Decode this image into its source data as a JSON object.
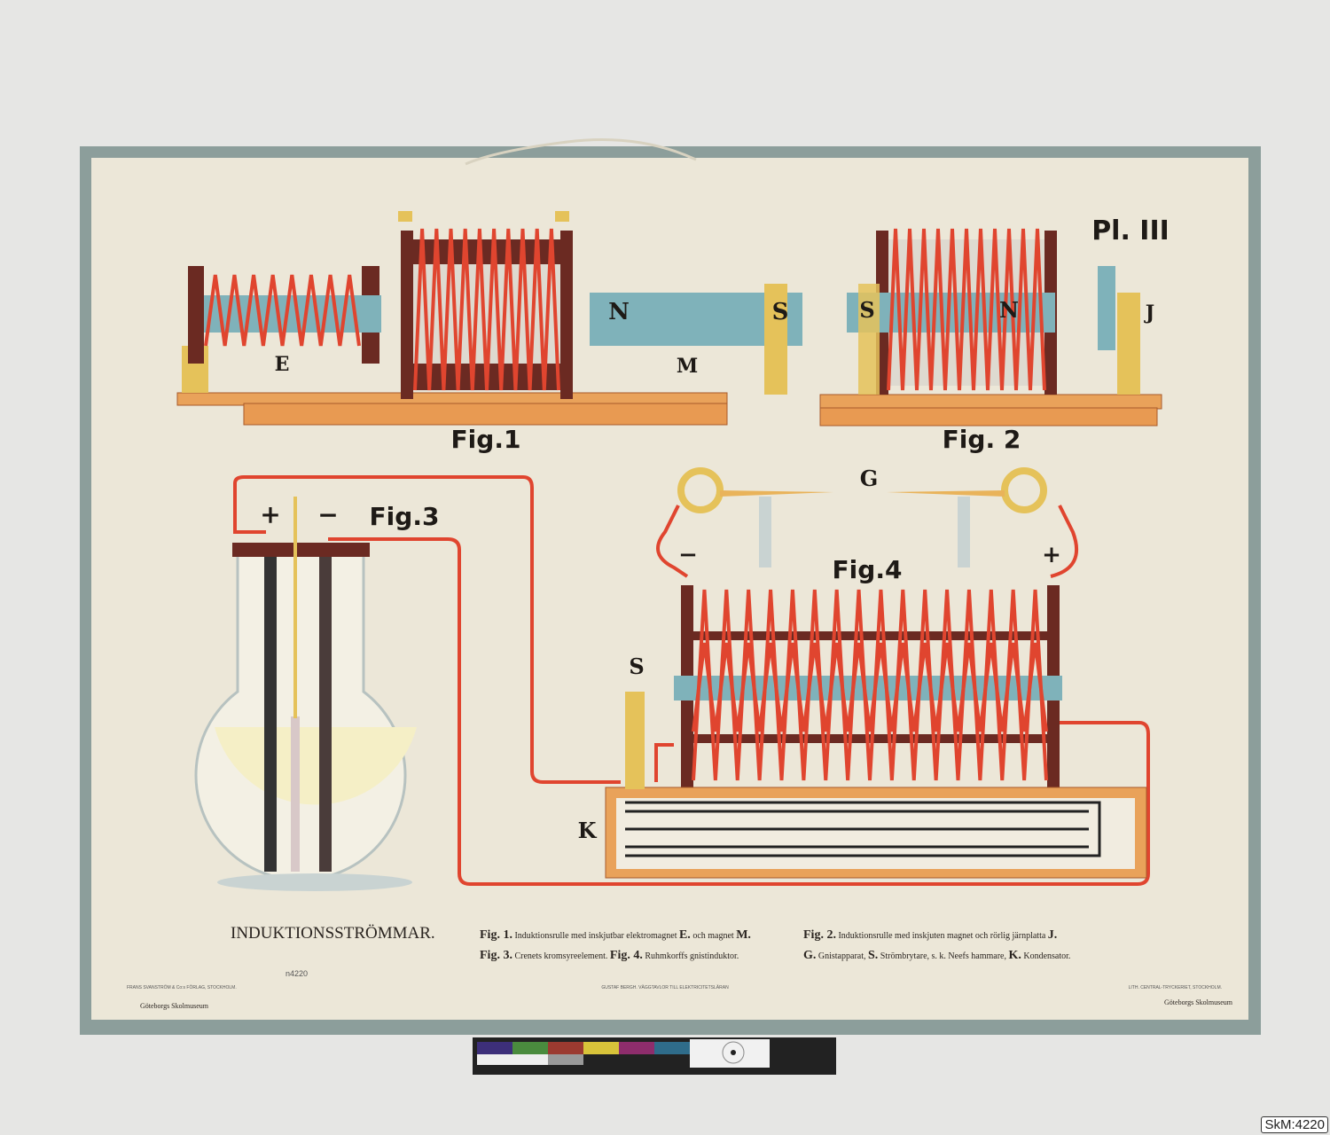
{
  "poster": {
    "plate": "Pl. III",
    "title": "INDUKTIONSSTRÖMMAR.",
    "fig1_label": "Fig.1",
    "fig2_label": "Fig. 2",
    "fig3_label": "Fig.3",
    "fig4_label": "Fig.4",
    "letters": {
      "E": "E",
      "M": "M",
      "N": "N",
      "S": "S",
      "J": "J",
      "G": "G",
      "K": "K",
      "plus": "+",
      "minus": "−"
    },
    "captions": {
      "line1": [
        {
          "fig": "Fig. 1.",
          "text": "Induktionsrulle med inskjutbar elektromagnet",
          "k1": "E.",
          "mid": "och magnet",
          "k2": "M."
        },
        {
          "fig": "Fig. 2.",
          "text": "Induktionsrulle med inskjuten magnet och rörlig järnplatta",
          "k1": "J."
        }
      ],
      "line2": {
        "f3": "Fig. 3.",
        "t3": "Crenets kromsyreelement.",
        "f4": "Fig. 4.",
        "t4": "Ruhmkorffs gnistinduktor.",
        "g": "G.",
        "tg": "Gnistapparat,",
        "s": "S.",
        "ts": "Strömbrytare, s. k. Neefs hammare,",
        "k": "K.",
        "tk": "Kondensator."
      }
    },
    "number": "n4220",
    "footer_left": "FRANS SVANSTRÖM & Co:s FÖRLAG, STOCKHOLM.",
    "footer_center": "GUSTAF BERGH. VÄGGTAVLOR TILL ELEKTRICITETSLÄRAN",
    "footer_right": "LITH. CENTRAL-TRYCKERIET, STOCKHOLM.",
    "stamp_left": "Göteborgs Skolmuseum",
    "stamp_right": "Göteborgs Skolmuseum"
  },
  "accession": "SkM:4220",
  "colors": {
    "wire": "#e0452f",
    "core": "#7fb2ba",
    "frame": "#6b2a22",
    "brass": "#e5c25a",
    "wood": "#e9a25a",
    "paper": "#ece7d8",
    "board": "#8c9e9b"
  }
}
